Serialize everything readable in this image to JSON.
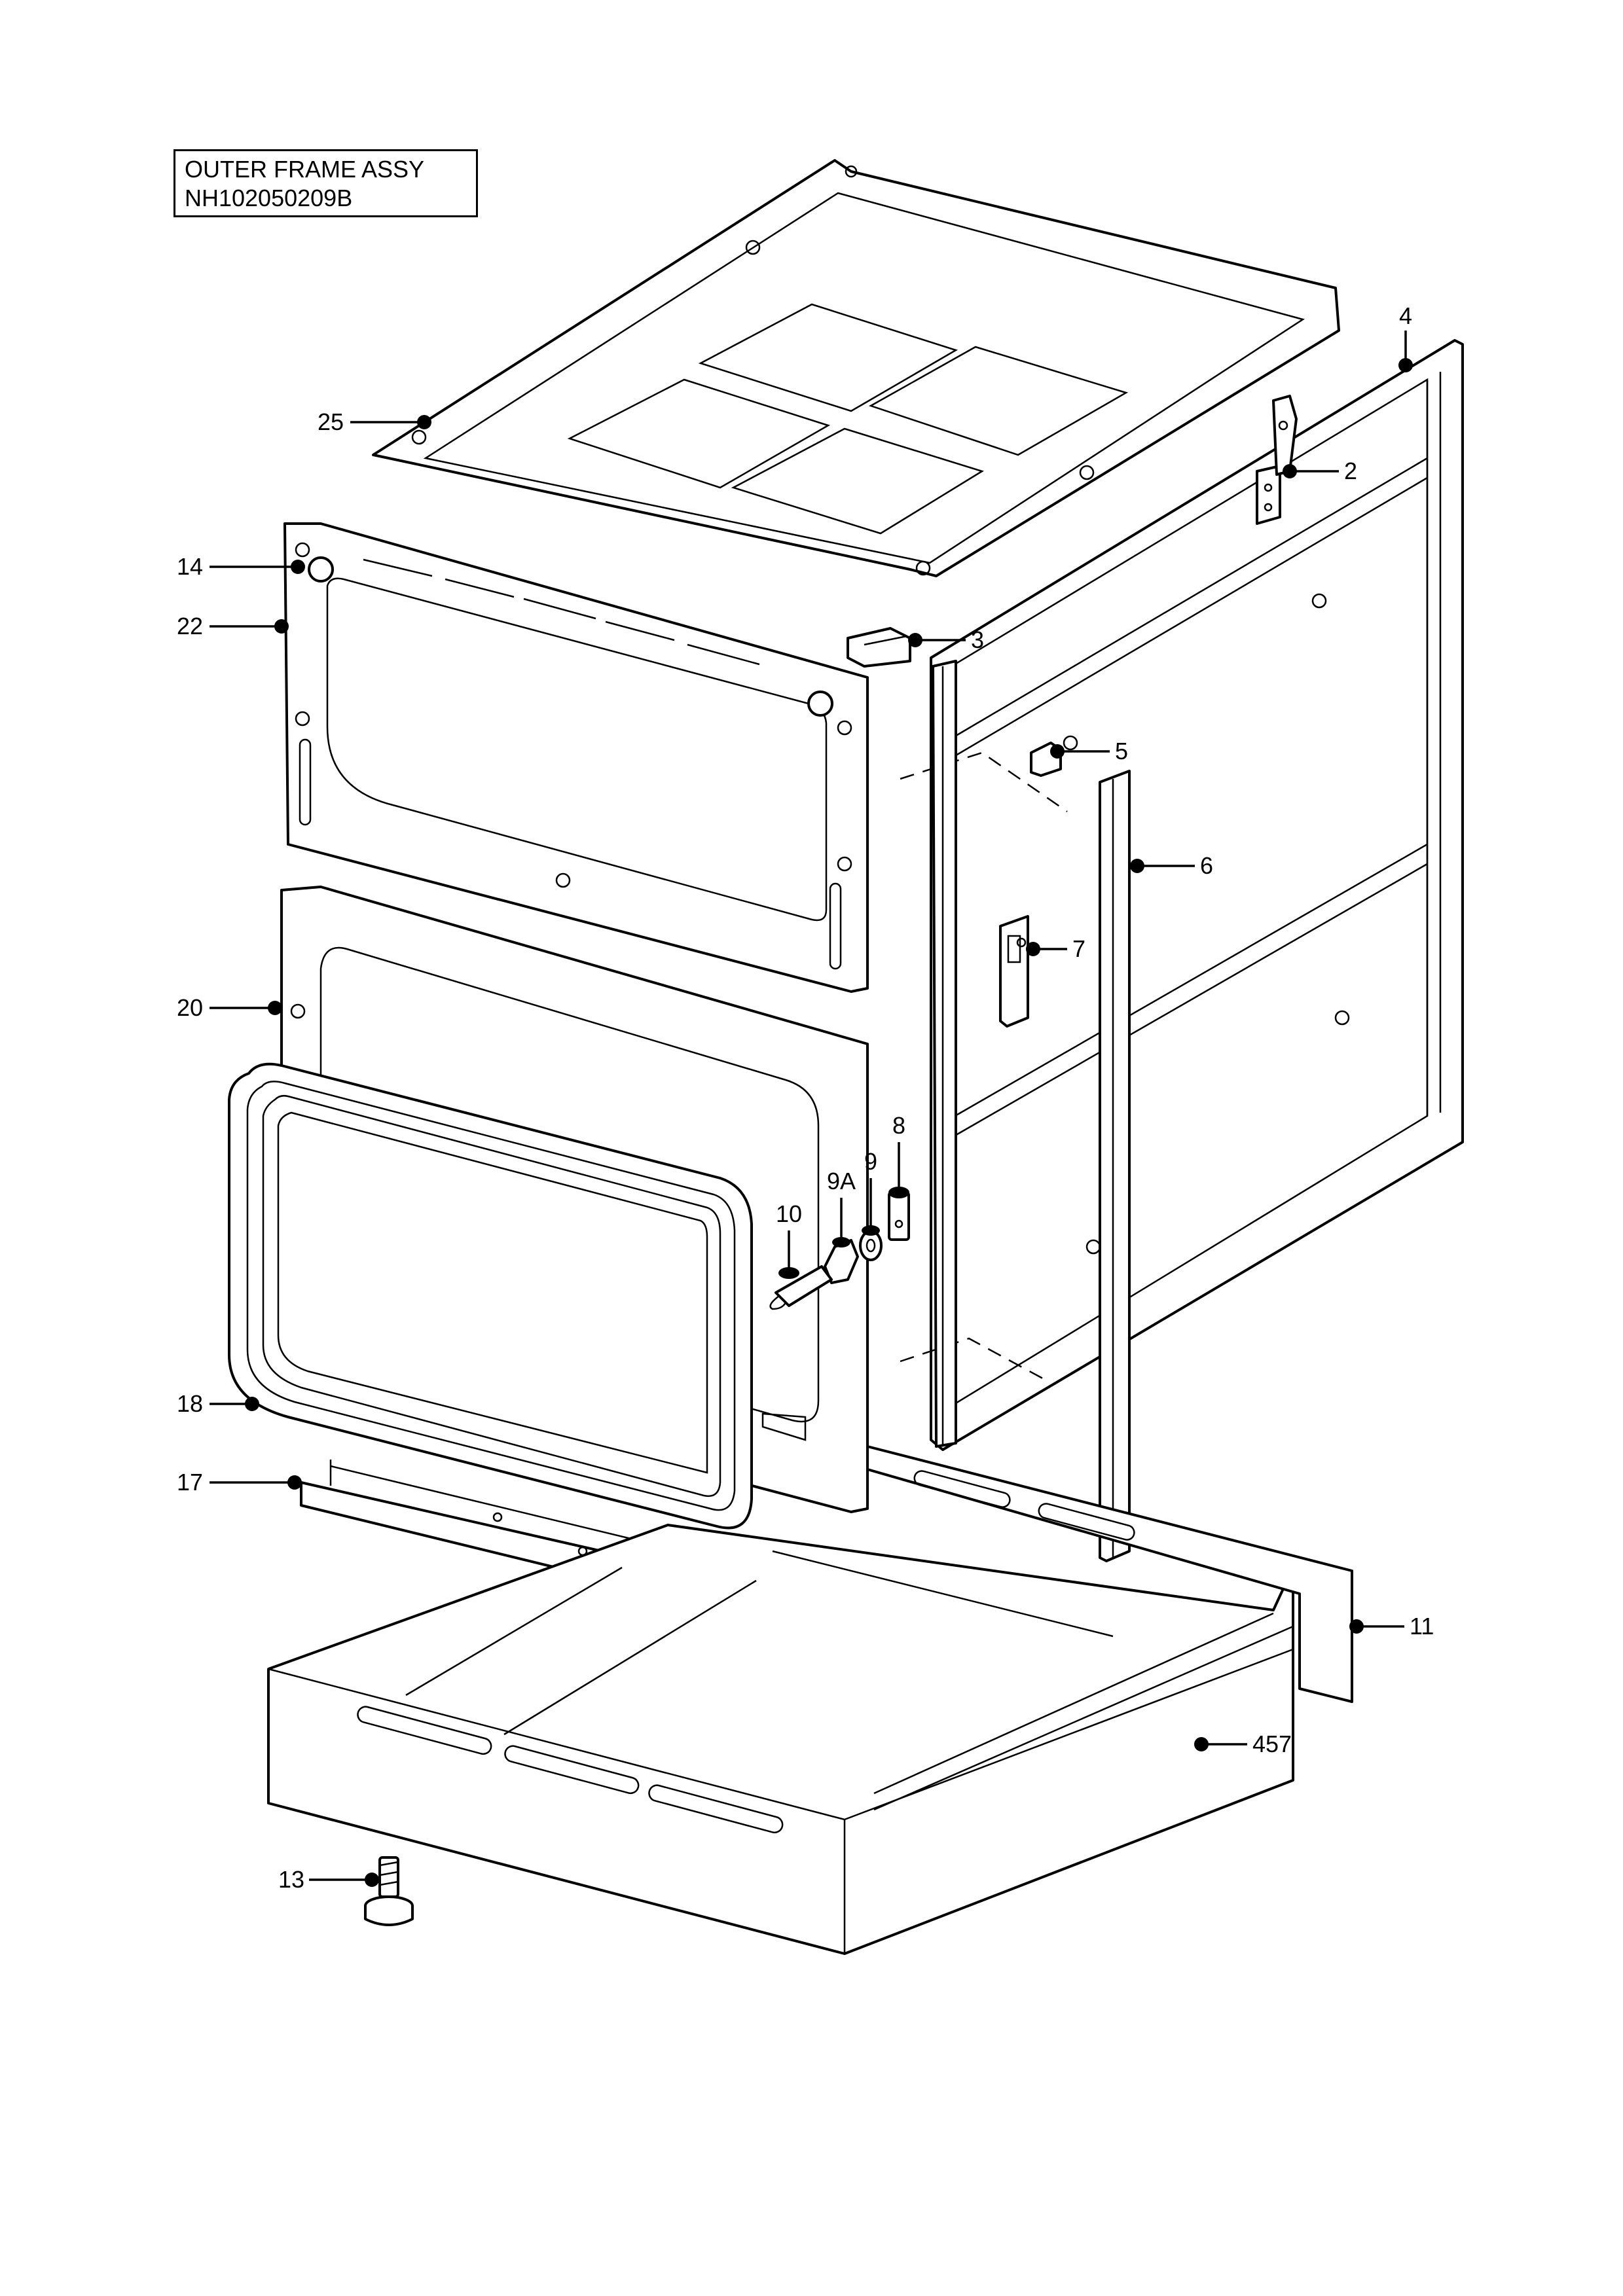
{
  "title": {
    "line1": "OUTER FRAME ASSY",
    "line2": "NH102050209B"
  },
  "callouts": [
    {
      "id": "c25",
      "label": "25"
    },
    {
      "id": "c14",
      "label": "14"
    },
    {
      "id": "c22",
      "label": "22"
    },
    {
      "id": "c20",
      "label": "20"
    },
    {
      "id": "c18",
      "label": "18"
    },
    {
      "id": "c17",
      "label": "17"
    },
    {
      "id": "c13",
      "label": "13"
    },
    {
      "id": "c4",
      "label": "4"
    },
    {
      "id": "c2",
      "label": "2"
    },
    {
      "id": "c3",
      "label": "3"
    },
    {
      "id": "c5",
      "label": "5"
    },
    {
      "id": "c6",
      "label": "6"
    },
    {
      "id": "c7",
      "label": "7"
    },
    {
      "id": "c8",
      "label": "8"
    },
    {
      "id": "c9",
      "label": "9"
    },
    {
      "id": "c9A",
      "label": "9A"
    },
    {
      "id": "c10",
      "label": "10"
    },
    {
      "id": "c11",
      "label": "11"
    },
    {
      "id": "c457",
      "label": "457"
    }
  ]
}
